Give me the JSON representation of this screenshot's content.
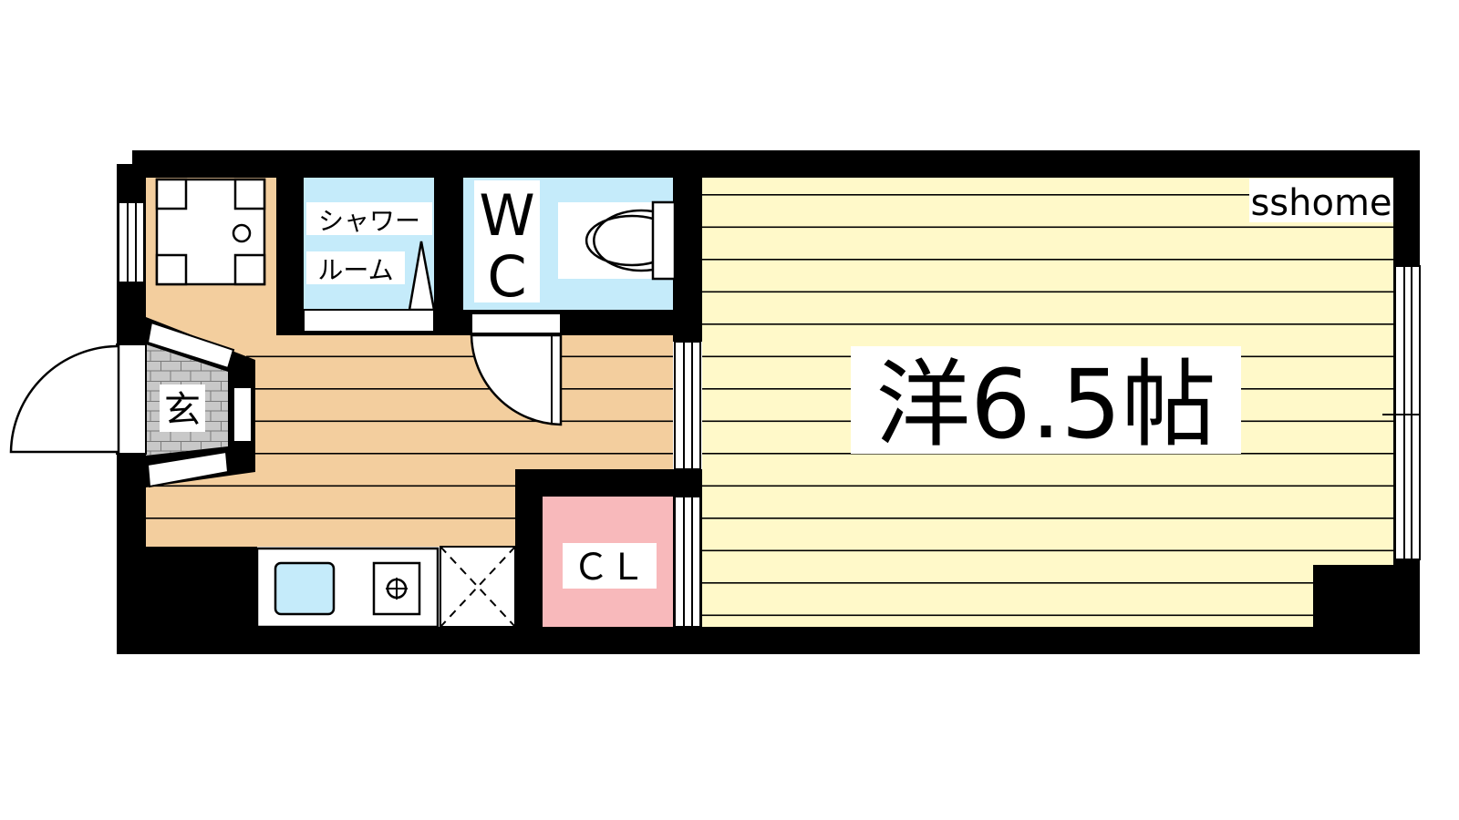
{
  "floorplan": {
    "brand": "sshome",
    "rooms": {
      "western_room": "洋6.5帖",
      "shower_room_line1": "シャワー",
      "shower_room_line2": "ルーム",
      "wc_line1": "W",
      "wc_line2": "C",
      "closet": "ＣＬ",
      "entrance": "玄"
    },
    "colors": {
      "wall": "#000000",
      "western_floor": "#FFF9C9",
      "corridor_floor": "#F3CE9E",
      "wet_area": "#C5EBFA",
      "closet": "#F8B9BB",
      "entrance_tile": "#C8C8C8",
      "sink": "#C5EBFA"
    }
  }
}
